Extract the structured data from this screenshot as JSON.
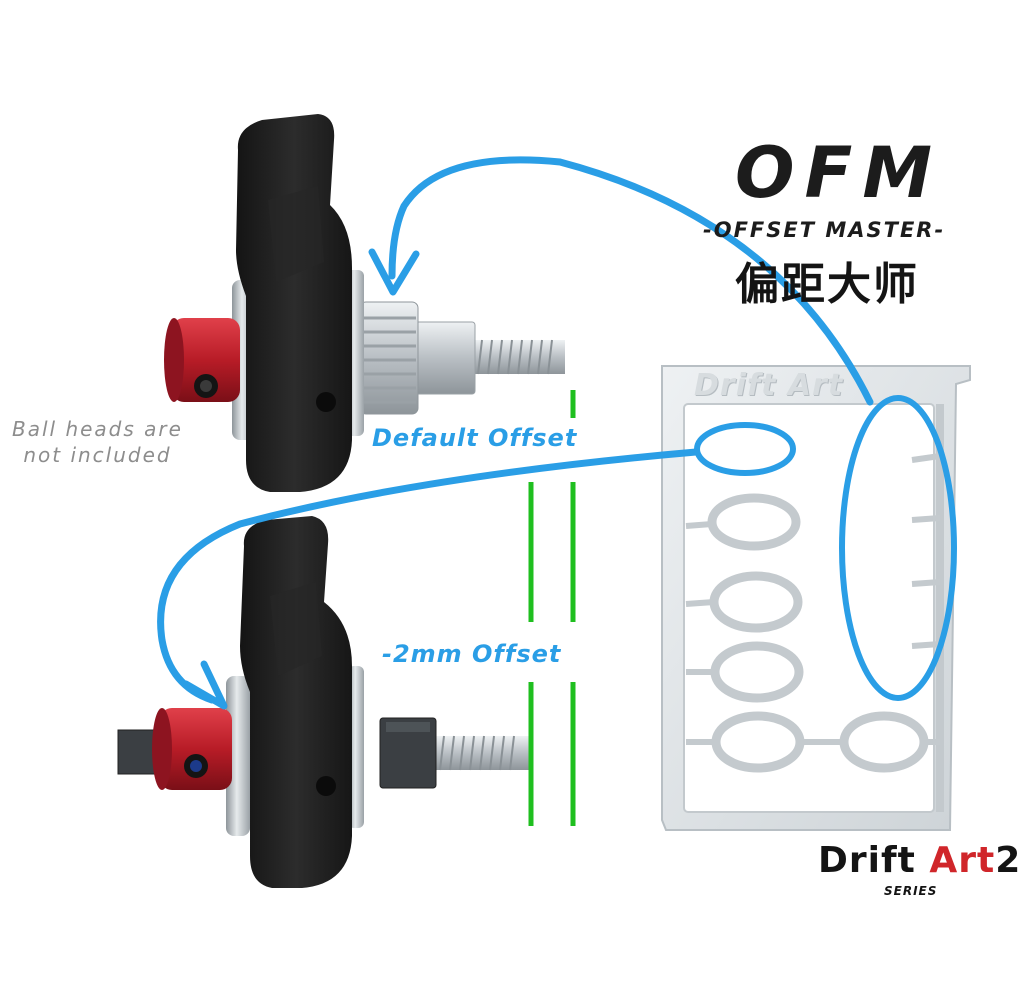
{
  "product": {
    "title": "OFM",
    "subtitle": "-OFFSET MASTER-",
    "chinese_name": "偏距大师"
  },
  "note": {
    "line1": "Ball heads are",
    "line2": "not included"
  },
  "labels": {
    "default_offset": "Default Offset",
    "minus_offset": "-2mm Offset"
  },
  "brand": {
    "name_left": "Drift ",
    "name_accent": "Art",
    "name_right": "2",
    "series": "SERIES",
    "fret_logo": "Drift Art"
  },
  "colors": {
    "arrow_blue": "#2a9ee6",
    "guide_green": "#1fbf1f",
    "knuckle_black": "#1e1e1e",
    "collar_red": "#c0212c",
    "metal_silver": "#c7ccd0",
    "note_gray": "#8d8d8d"
  }
}
